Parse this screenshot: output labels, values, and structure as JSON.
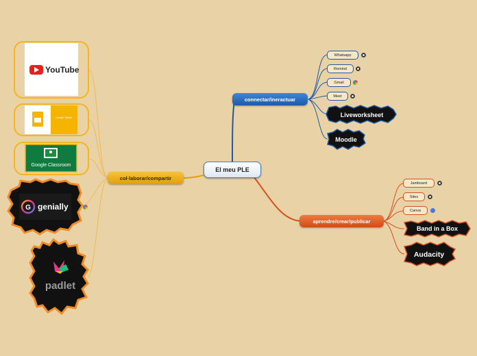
{
  "center": {
    "label": "El meu PLE"
  },
  "branches": {
    "connect": {
      "label": "connectar/ineractuar",
      "color": "#1d5aa6",
      "items": [
        {
          "label": "Whatsapp",
          "icon": "globe-icon"
        },
        {
          "label": "Remind",
          "icon": "globe-icon"
        },
        {
          "label": "Gmail",
          "icon": "google-icon"
        },
        {
          "label": "Meet",
          "icon": "globe-icon"
        }
      ],
      "stars": [
        "Liveworksheet",
        "Moodle"
      ]
    },
    "learn": {
      "label": "aprendre/crear/publicar",
      "color": "#d4511c",
      "items": [
        {
          "label": "Jamboard",
          "icon": "globe-icon"
        },
        {
          "label": "Sites",
          "icon": "globe-icon"
        },
        {
          "label": "Canva",
          "icon": "canva-icon"
        }
      ],
      "stars": [
        "Band in a Box",
        "Audacity"
      ]
    },
    "collab": {
      "label": "col·laborar/compartir",
      "color": "#e0a00c",
      "images": {
        "youtube": "YouTube",
        "slides_caption": "Create Slides",
        "classroom": "Google Classroom",
        "genially": "genially",
        "padlet": "padlet"
      }
    }
  }
}
